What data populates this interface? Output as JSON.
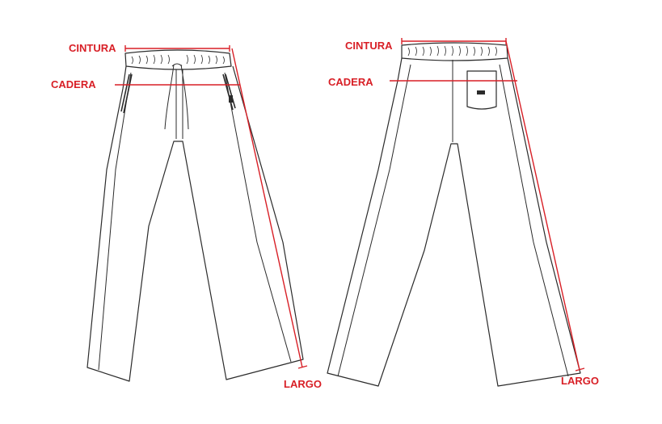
{
  "colors": {
    "measure": "#d81f26",
    "outline": "#2b2b2b",
    "background": "#ffffff"
  },
  "front_view": {
    "label_waist": "CINTURA",
    "label_hip": "CADERA",
    "label_length": "LARGO"
  },
  "back_view": {
    "label_waist": "CINTURA",
    "label_hip": "CADERA",
    "label_length": "LARGO"
  }
}
